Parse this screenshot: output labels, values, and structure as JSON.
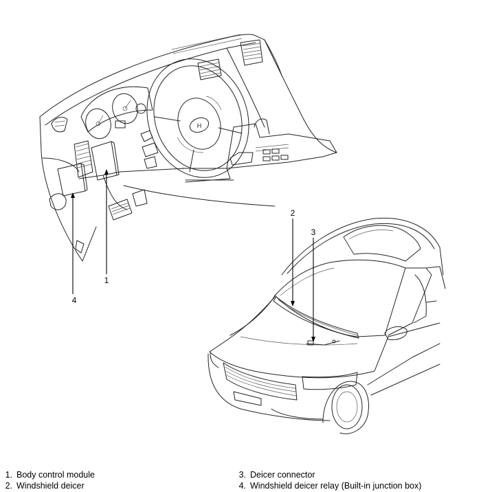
{
  "callouts": [
    {
      "number": "1",
      "label": "Body control module"
    },
    {
      "number": "2",
      "label": "Windshield deicer"
    },
    {
      "number": "3",
      "label": "Deicer connector"
    },
    {
      "number": "4",
      "label": "Windshield deicer relay (Built-in junction box)"
    }
  ],
  "legend": {
    "item1": {
      "number": "1.",
      "label": "Body control module"
    },
    "item2": {
      "number": "2.",
      "label": "Windshield deicer"
    },
    "item3": {
      "number": "3.",
      "label": "Deicer connector"
    },
    "item4": {
      "number": "4.",
      "label": "Windshield deicer relay (Built-in junction box)"
    }
  },
  "logo_text": "H"
}
